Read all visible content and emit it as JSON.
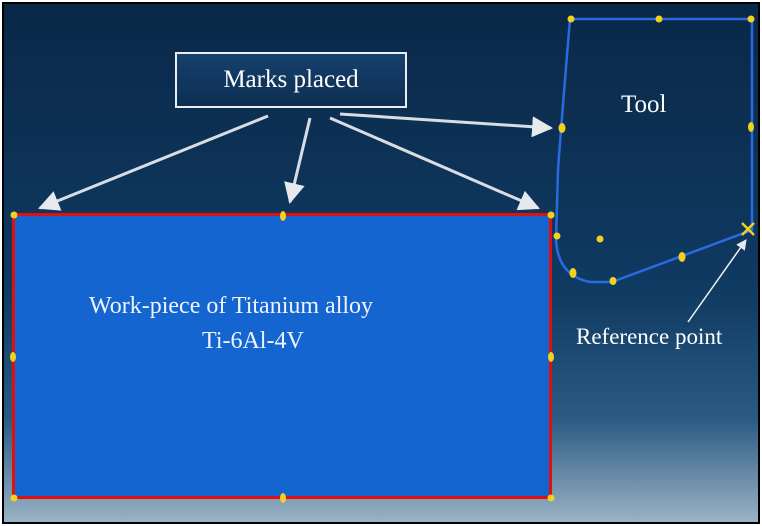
{
  "callout": {
    "label": "Marks placed"
  },
  "workpiece": {
    "line1": "Work-piece of Titanium alloy",
    "line2": "Ti-6Al-4V"
  },
  "tool": {
    "label": "Tool"
  },
  "reference": {
    "label": "Reference point"
  },
  "colors": {
    "background": "#0f3a62",
    "workpiece_fill": "#1565d0",
    "workpiece_border": "#e01010",
    "tool_outline": "#2a6ae0",
    "marks": "#f2d21a",
    "arrows": "#d8dde3"
  }
}
